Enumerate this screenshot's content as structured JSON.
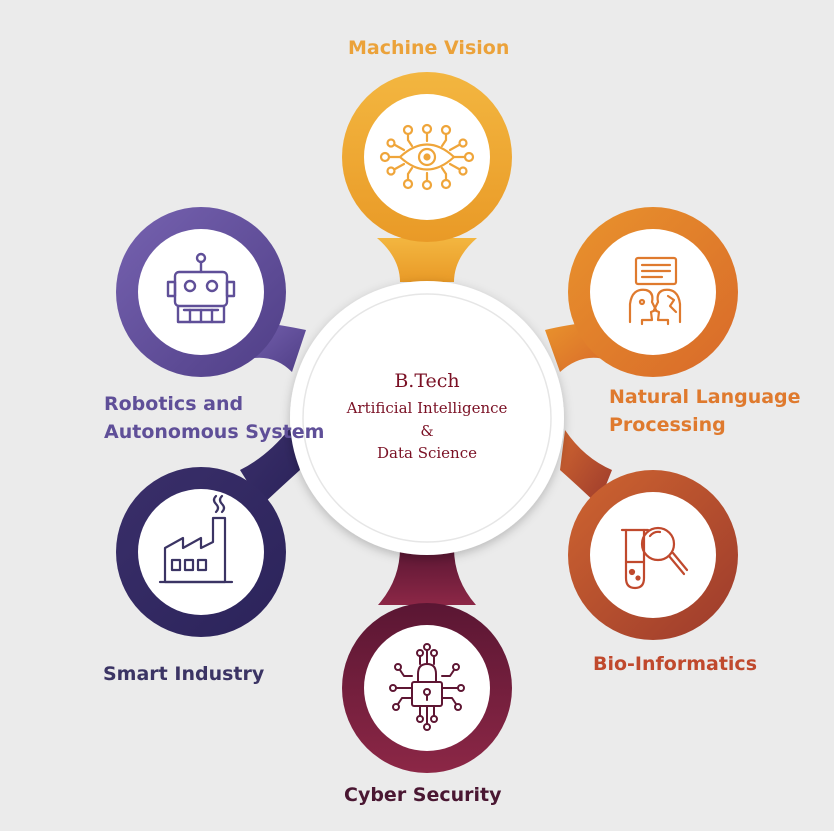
{
  "center": {
    "line1": "B.Tech",
    "line2": "Artificial  Intelligence",
    "line3": "&",
    "line4": "Data Science"
  },
  "nodes": [
    {
      "key": "machine-vision",
      "label": "Machine Vision",
      "icon": "eye-network-icon",
      "color": "#f0a630",
      "color_dark": "#e9951f"
    },
    {
      "key": "nlp",
      "label_line1": "Natural Language",
      "label_line2": "Processing",
      "icon": "nlp-faces-icon",
      "color": "#e58a2b",
      "color_dark": "#d9702a"
    },
    {
      "key": "bio-informatics",
      "label": "Bio-Informatics",
      "icon": "test-tube-magnifier-icon",
      "color": "#c75a2d",
      "color_dark": "#a8402c"
    },
    {
      "key": "cyber-security",
      "label": "Cyber Security",
      "icon": "padlock-circuit-icon",
      "color": "#7b1f3e",
      "color_dark": "#5e1633"
    },
    {
      "key": "smart-industry",
      "label": "Smart Industry",
      "icon": "factory-icon",
      "color": "#3d2e6d",
      "color_dark": "#2e2560"
    },
    {
      "key": "robotics",
      "label_line1": "Robotics and",
      "label_line2": "Autonomous System",
      "icon": "robot-icon",
      "color": "#6d5aa8",
      "color_dark": "#5a4694"
    }
  ],
  "label_colors": {
    "machine_vision": "#eba23a",
    "nlp": "#df7a2e",
    "bio_informatics": "#c0492d",
    "cyber_security": "#4a1732",
    "smart_industry": "#3b3464",
    "robotics": "#5f4f98"
  }
}
